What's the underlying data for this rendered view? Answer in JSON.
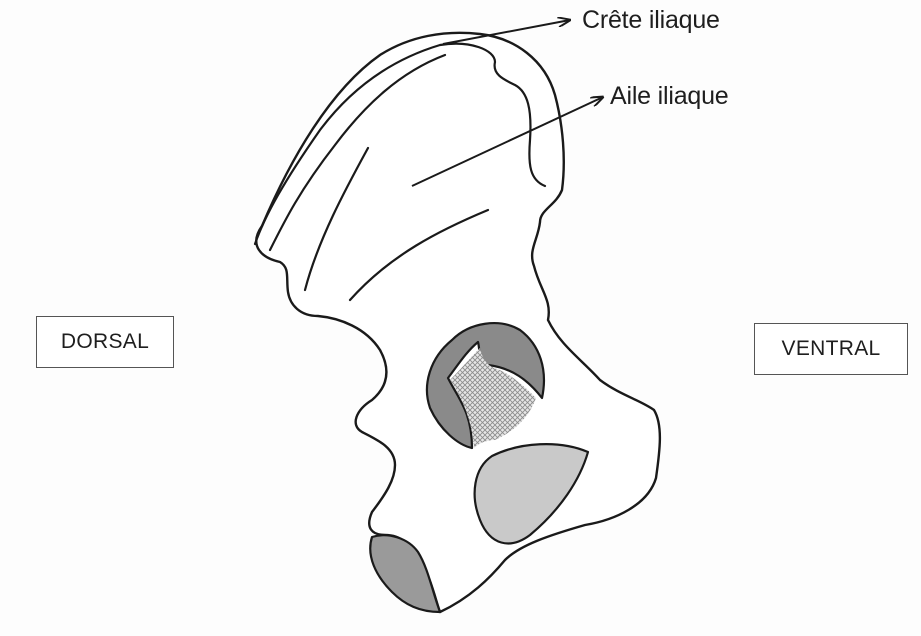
{
  "labels": {
    "crete": "Crête iliaque",
    "aile": "Aile iliaque",
    "dorsal": "DORSAL",
    "ventral": "VENTRAL"
  },
  "colors": {
    "outline": "#1a1a1a",
    "dark_fill": "#8a8a8a",
    "medium_fill": "#c9c9c9",
    "light_fill": "#d8d8d8",
    "hatch": "#8c8c8c"
  }
}
